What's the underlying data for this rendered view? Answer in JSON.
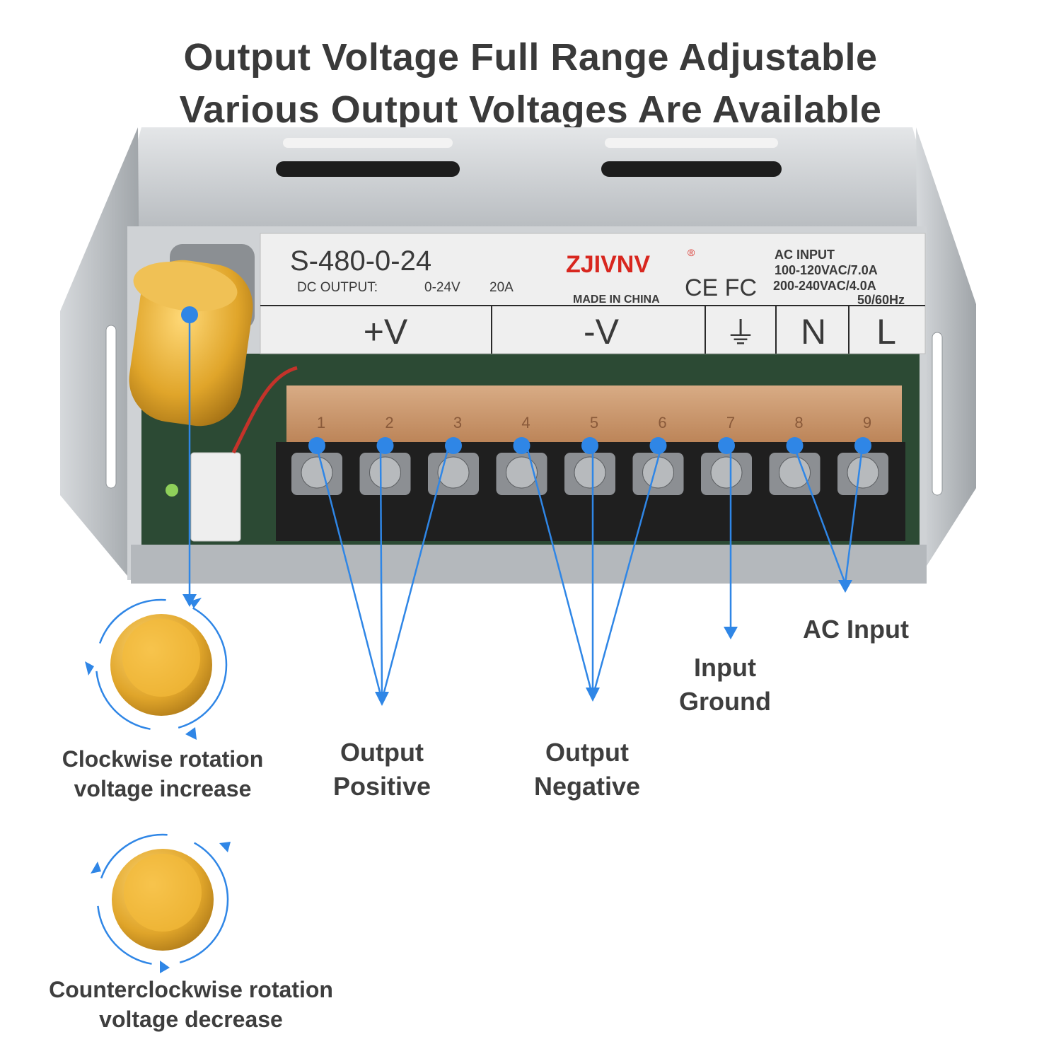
{
  "headline": {
    "line1": "Output Voltage Full Range Adjustable",
    "line2": "Various Output Voltages Are Available"
  },
  "label_plate": {
    "model": "S-480-0-24",
    "dc_output_label": "DC OUTPUT:",
    "dc_output_voltage": "0-24V",
    "dc_output_current": "20A",
    "brand": "ZJIVNV",
    "brand_mark": "®",
    "made_in": "MADE IN CHINA",
    "certifications": "CE FC",
    "ac_input_title": "AC    INPUT",
    "ac_input_line1": "100-120VAC/7.0A",
    "ac_input_line2": "200-240VAC/4.0A",
    "ac_input_freq": "50/60Hz",
    "terminal_labels": [
      "+V",
      "-V",
      "⏚",
      "N",
      "L"
    ]
  },
  "terminals": {
    "numbers": [
      "1",
      "2",
      "3",
      "4",
      "5",
      "6",
      "7",
      "8",
      "9"
    ]
  },
  "callouts": {
    "output_positive": "Output\nPositive",
    "output_negative": "Output\nNegative",
    "input_ground": "Input\nGround",
    "ac_input": "AC Input"
  },
  "knob_captions": {
    "clockwise": "Clockwise rotation\nvoltage increase",
    "counterclockwise": "Counterclockwise rotation\nvoltage decrease"
  },
  "colors": {
    "accent_blue": "#2f86e6",
    "knob_gold": "#e0a52a",
    "terminal_amber": "#d9a27a"
  }
}
